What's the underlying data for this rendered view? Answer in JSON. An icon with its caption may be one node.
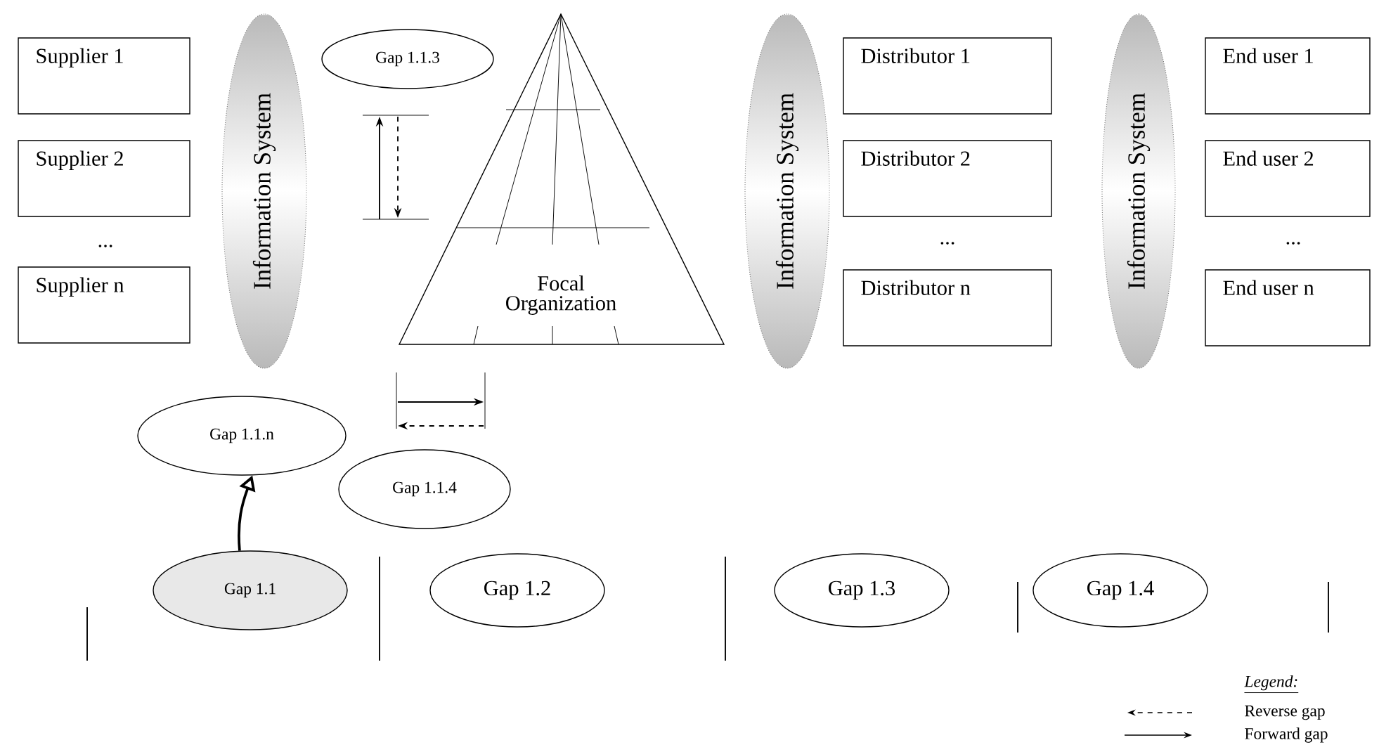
{
  "diagram": {
    "nodes": [
      {
        "text": [
          "Supplier 1"
        ]
      },
      {
        "text": [
          "Supplier 2"
        ]
      },
      {
        "text": [
          "Supplier n"
        ]
      },
      {
        "text": [
          "Information System"
        ]
      },
      {
        "text": [
          "Gap 1.1.3"
        ]
      },
      {
        "text": [
          "Focal Organization"
        ]
      },
      {
        "text": [
          "Information System"
        ]
      },
      {
        "text": [
          "Distributor 1"
        ]
      },
      {
        "text": [
          "Distributor 2"
        ]
      },
      {
        "text": [
          "Distributor n"
        ]
      },
      {
        "text": [
          "Information System"
        ]
      },
      {
        "text": [
          "End user 1"
        ]
      },
      {
        "text": [
          "End user 2"
        ]
      },
      {
        "text": [
          "End user n"
        ]
      },
      {
        "text": [
          "Gap 1.1.n"
        ]
      },
      {
        "text": [
          "Gap 1.1.4"
        ]
      },
      {
        "text": [
          "Gap 1.1"
        ]
      },
      {
        "text": [
          "Gap 1.2"
        ]
      },
      {
        "text": [
          "Gap 1.3"
        ]
      },
      {
        "text": [
          "Gap 1.4"
        ]
      }
    ],
    "edges": [
      {
        "from": 16,
        "to": 14,
        "arrow": "to"
      }
    ],
    "labels": [
      "...",
      "...",
      "...",
      "Legend:"
    ],
    "legend": [
      {
        "text": "Reverse gap"
      },
      {
        "text": "Forward gap"
      }
    ]
  }
}
